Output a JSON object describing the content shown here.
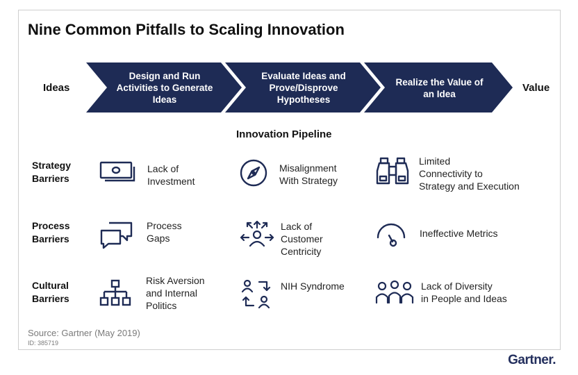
{
  "title": "Nine Common Pitfalls to Scaling Innovation",
  "pipeline": {
    "start_label": "Ideas",
    "end_label": "Value",
    "stages": [
      "Design and Run Activities to Generate Ideas",
      "Evaluate Ideas and Prove/Disprove Hypotheses",
      "Realize the Value of an Idea"
    ],
    "caption": "Innovation Pipeline"
  },
  "rows": [
    {
      "label_line1": "Strategy",
      "label_line2": "Barriers",
      "items": [
        {
          "icon": "money-bill-icon",
          "lines": [
            "Lack of",
            "Investment"
          ]
        },
        {
          "icon": "compass-icon",
          "lines": [
            "Misalignment",
            "With Strategy"
          ]
        },
        {
          "icon": "binoculars-icon",
          "lines": [
            "Limited",
            "Connectivity to",
            "Strategy and Execution"
          ]
        }
      ]
    },
    {
      "label_line1": "Process",
      "label_line2": "Barriers",
      "items": [
        {
          "icon": "chat-bubbles-icon",
          "lines": [
            "Process",
            "Gaps"
          ]
        },
        {
          "icon": "person-arrows-icon",
          "lines": [
            "Lack of",
            "Customer",
            "Centricity"
          ]
        },
        {
          "icon": "gauge-icon",
          "lines": [
            "Ineffective Metrics"
          ]
        }
      ]
    },
    {
      "label_line1": "Cultural",
      "label_line2": "Barriers",
      "items": [
        {
          "icon": "org-chart-icon",
          "lines": [
            "Risk Aversion",
            "and Internal",
            "Politics"
          ]
        },
        {
          "icon": "people-exchange-icon",
          "lines": [
            "NIH Syndrome"
          ]
        },
        {
          "icon": "group-people-icon",
          "lines": [
            "Lack of Diversity",
            "in People and Ideas"
          ]
        }
      ]
    }
  ],
  "footer": {
    "source": "Source: Gartner (May 2019)",
    "id": "ID: 385719",
    "brand": "Gartner."
  },
  "colors": {
    "arrow_fill": "#1e2b55",
    "icon_stroke": "#1e2b55"
  }
}
